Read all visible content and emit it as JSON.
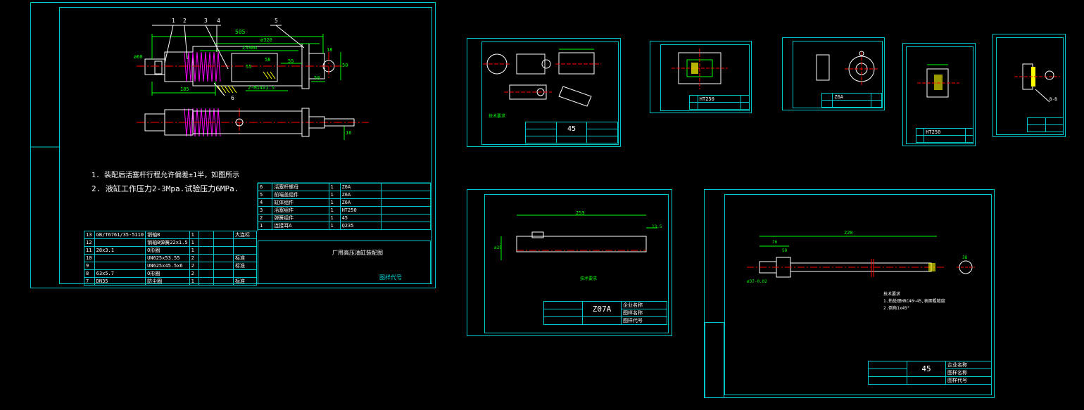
{
  "colors": {
    "bg": "#000000",
    "frame": "#00c8c8",
    "dim": "#00ff00",
    "part": "#ffffff",
    "spring": "#ff00ff",
    "center": "#ff0000",
    "hatch": "#ffff00"
  },
  "main": {
    "balloons": [
      "1",
      "2",
      "3",
      "4",
      "5",
      "6"
    ],
    "dims": {
      "overall": "505",
      "bore": "ø320",
      "stroke": "253mm",
      "d55a": "55",
      "d55b": "55",
      "d58": "58",
      "d185": "185",
      "d58b": "58",
      "thread": "2-M14x1.5",
      "d16": "16",
      "d50": "50",
      "d60": "ø60",
      "d18": "18"
    },
    "notes": [
      "1. 装配后活塞杆行程允许偏差±1半，如图所示",
      "2. 液缸工作压力2-3Mpa.试验压力6MPa."
    ],
    "parts_table": [
      [
        "6",
        "活塞杆螺母",
        "1",
        "Z6A"
      ],
      [
        "5",
        "前端盖组件",
        "1",
        "Z6A"
      ],
      [
        "4",
        "缸体组件",
        "1",
        "Z6A"
      ],
      [
        "3",
        "活塞组件",
        "1",
        "HT250"
      ],
      [
        "2",
        "弹簧组件",
        "1",
        "45"
      ],
      [
        "1",
        "连接耳A",
        "1",
        "Q235"
      ]
    ],
    "std_table": [
      [
        "13",
        "GB/T6761/35-5110",
        "销轴B",
        "1",
        "",
        "",
        "大连标"
      ],
      [
        "12",
        "",
        "销轴B弹簧22x1.5",
        "1",
        "",
        "",
        ""
      ],
      [
        "11",
        "28x3.1",
        "O形圈",
        "1",
        "",
        "",
        ""
      ],
      [
        "10",
        "",
        "UN625x53.55",
        "2",
        "",
        "",
        "标准"
      ],
      [
        "9",
        "",
        "UN625x45.5x6",
        "2",
        "",
        "",
        "标准"
      ],
      [
        "8",
        "63x5.7",
        "O形圈",
        "2",
        "",
        "",
        ""
      ],
      [
        "7",
        "DN35",
        "防尘圈",
        "1",
        "",
        "",
        "标准"
      ]
    ],
    "title_name": "厂用高压油缸装配图",
    "drawing_no_label": "图样代号"
  },
  "sheets": {
    "s1": {
      "material": "45",
      "note": "技术要求"
    },
    "s2": {
      "material": "HT250"
    },
    "s3": {
      "material": "Z6A"
    },
    "s4": {
      "material": "HT250"
    },
    "s5": {
      "note": "B-B"
    }
  },
  "rod_sheet": {
    "dim_top": "253",
    "dim_right": "13.5",
    "dim_left": "ø25",
    "material": "Z07A",
    "note": "技术要求",
    "drawing_no_label": "图样代号",
    "drawing_name_label": "图样名称",
    "company_label": "企业名称"
  },
  "shaft_sheet": {
    "dim_top": "220",
    "dim_76": "76",
    "dim_50": "50",
    "dim_38": "38",
    "dim_l": "ø37-0.02",
    "material": "45",
    "tech_title": "技术要求",
    "tech_1": "1.热处理HRC40~45,表面粗糙度",
    "tech_2": "2.倒角1x45°",
    "drawing_no_label": "图样代号",
    "drawing_name_label": "图样名称",
    "company_label": "企业名称"
  }
}
